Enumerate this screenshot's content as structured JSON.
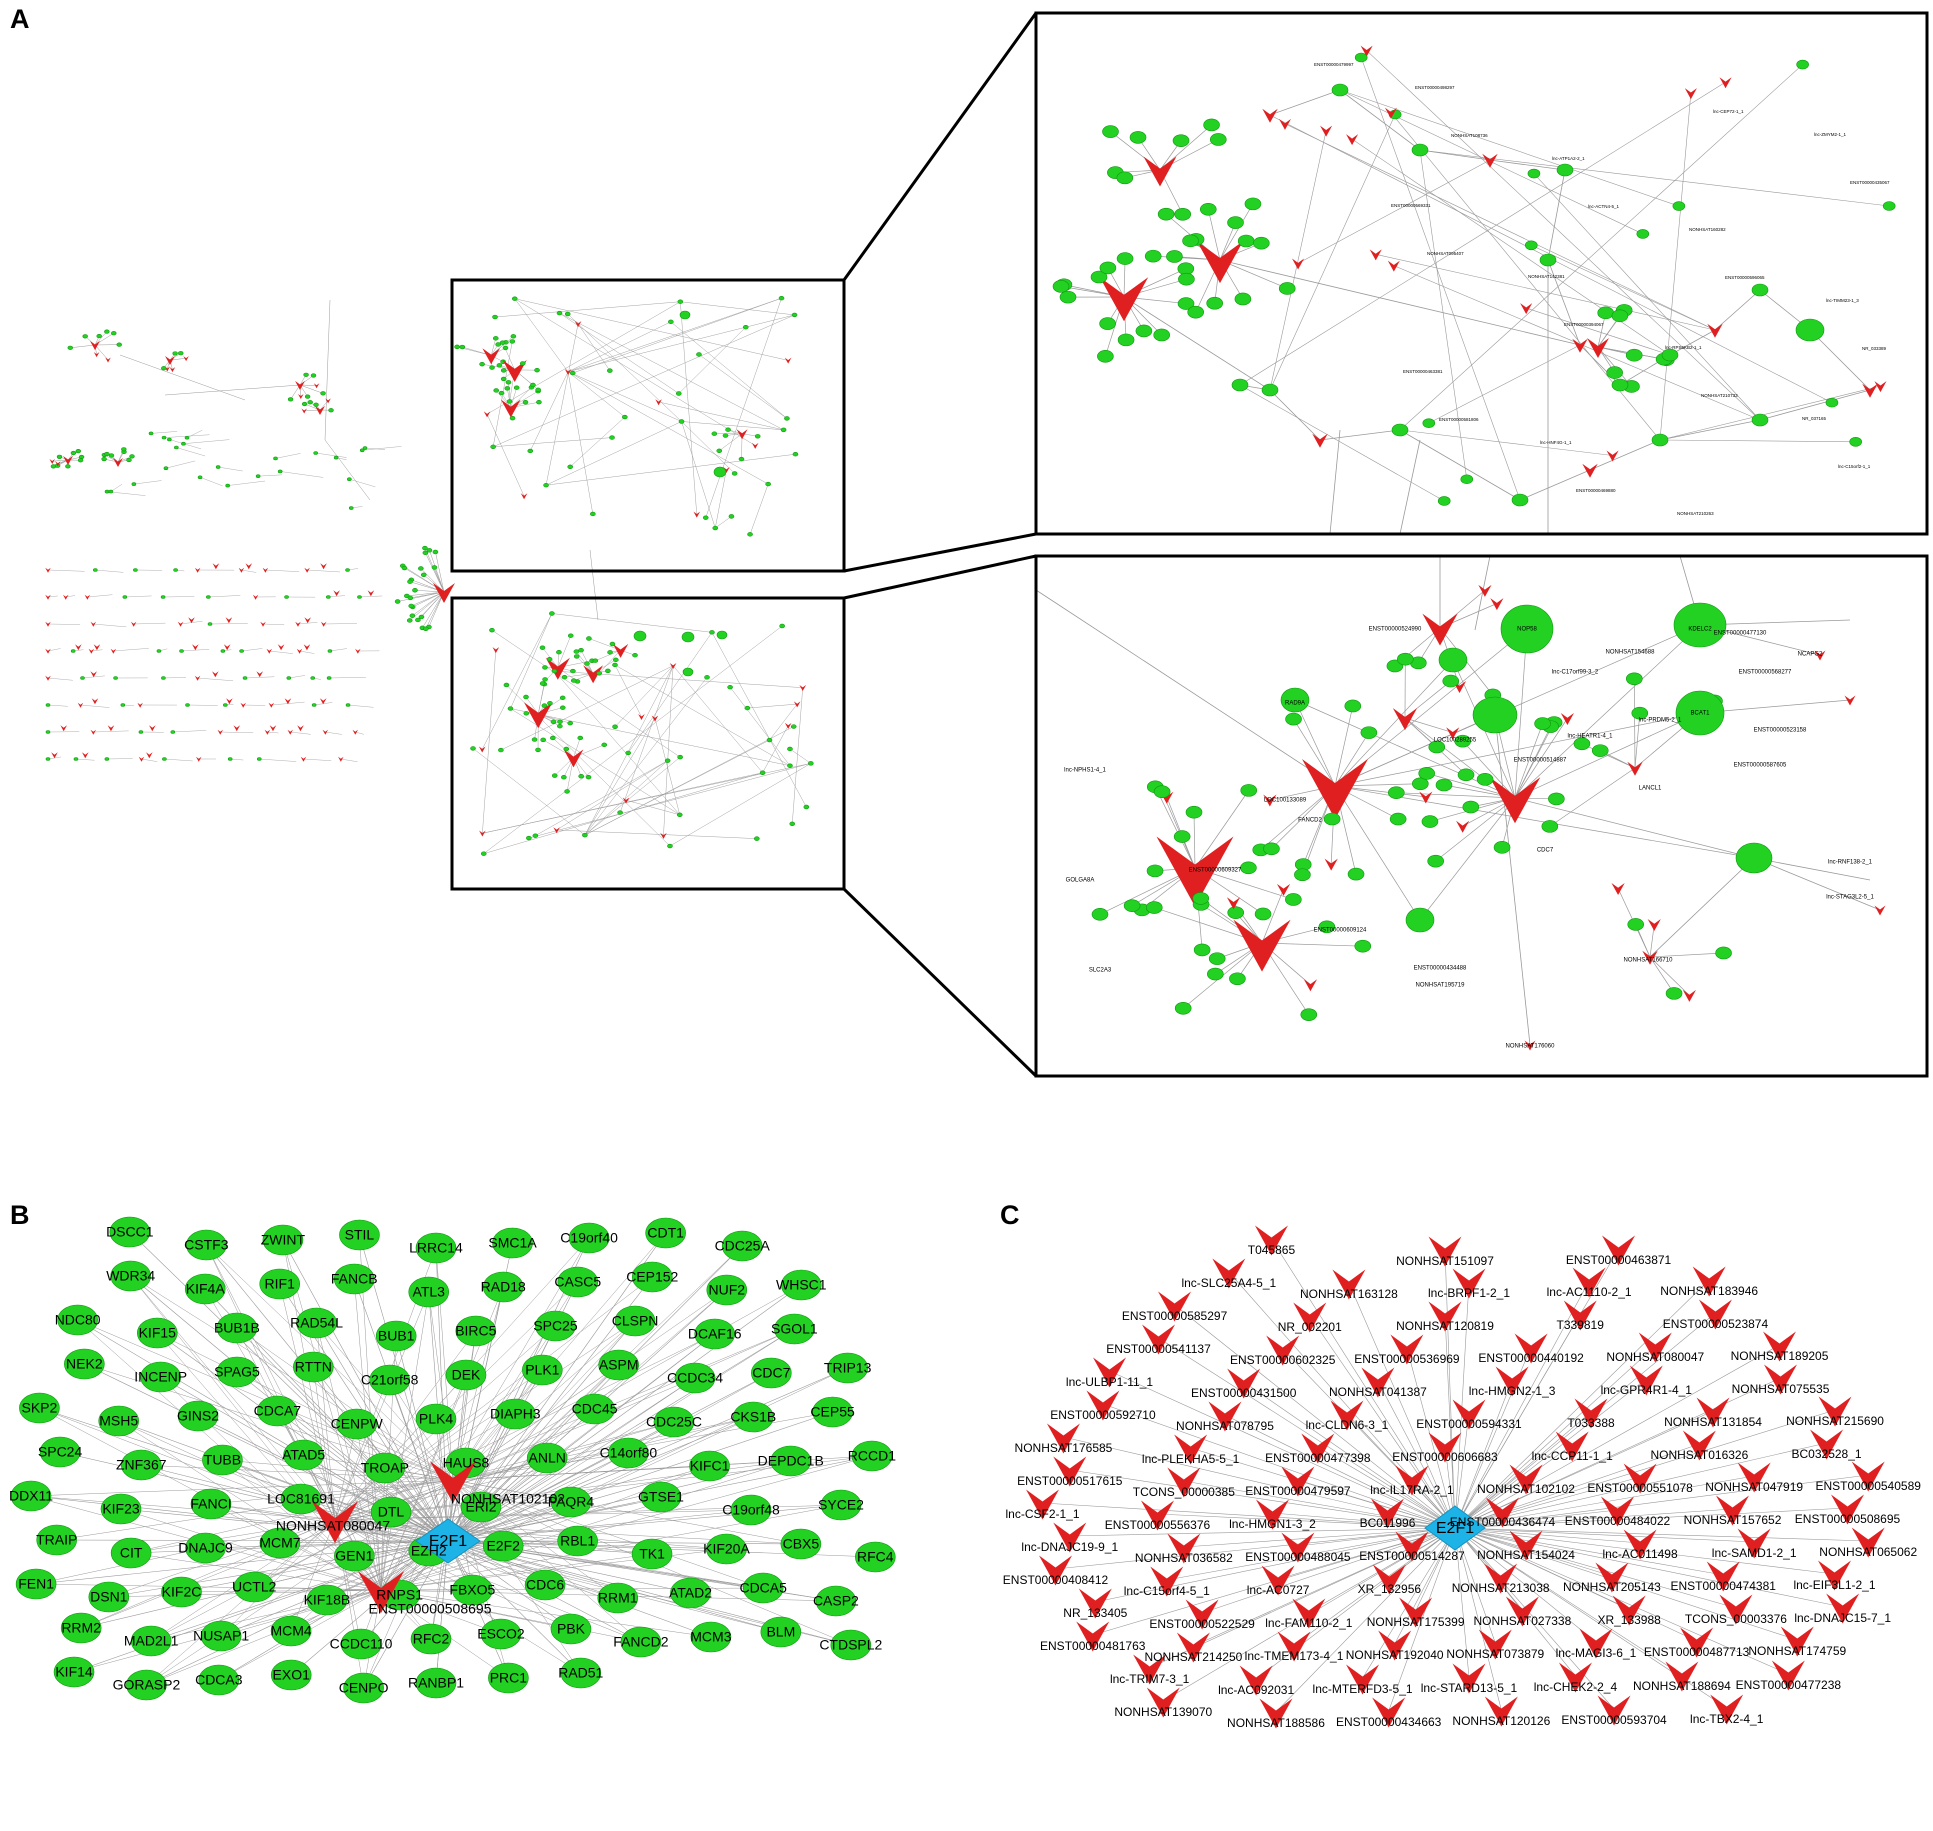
{
  "panels": {
    "a": {
      "letter": "A"
    },
    "b": {
      "letter": "B"
    },
    "c": {
      "letter": "C"
    }
  },
  "colors": {
    "gene_node": "#22d122",
    "gene_stroke": "#0e9a0e",
    "lnc_node": "#e02020",
    "hub_node": "#1eb3e6",
    "edge": "#9a9a9a",
    "frame": "#000000"
  },
  "icons": {
    "gene": "green-ellipse",
    "lncrna": "red-v-arrow",
    "hub": "blue-diamond"
  },
  "zoom_top_labels": [
    "ENST00000479997",
    "NONHSAT108736",
    "lnc-ACTN4-5_1",
    "ENST00000596065",
    "NR_033389",
    "ENST00000581806",
    "ENST00000469880",
    "lnc-CEP72-1_1",
    "ENST00000435067",
    "NONHSAT095407",
    "ENST00000394067",
    "NONHSAT210733",
    "lnc-C15orf2-1_1",
    "ENST00000498297",
    "lnc-ATP1A2-2_1",
    "NONHSAT160282",
    "lnc-TIMM23-1_3",
    "ENST00000463381",
    "lnc-HNF4G-1_1",
    "NONHSAT210263",
    "lnc-ZMYM2-1_1",
    "ENST00000569331",
    "NONHSAT142381",
    "lnc-RPS6KB2-1_1",
    "NR_037165"
  ],
  "zoom_bottom_labels": [
    "ENST00000524990",
    "NOP58",
    "KDELC2",
    "BCAT1",
    "lnc-C17orf99-3_2",
    "lnc-HEATR1-4_1",
    "NONHSAT154688",
    "ENST00000568277",
    "lnc-PRDM5-2_1",
    "RAD9A",
    "LOC100289255",
    "ENST00000477130",
    "NCAPG2",
    "ENST00000523158",
    "ENST00000514887",
    "lnc-NPHS1-4_1",
    "ENST00000587605",
    "NONHSAT166710",
    "lnc-RNF138-2_1",
    "lnc-STAG3L2-5_1",
    "ENST00000434488",
    "NONHSAT176060",
    "ENST00000609124",
    "ENST00000609327",
    "NONHSAT195719",
    "LOC100133089",
    "GOLGA8A",
    "SLC2A3",
    "CDC7",
    "FANCD2",
    "LANCL1"
  ],
  "panel_b": {
    "hub": "E2F1",
    "lnc_labels": [
      "NONHSAT102102",
      "NONHSAT080047",
      "ENST00000508695"
    ],
    "genes": [
      "DSCC1",
      "CSTF3",
      "ZWINT",
      "STIL",
      "LRRC14",
      "SMC1A",
      "C19orf40",
      "CDT1",
      "CDC25A",
      "WDR34",
      "KIF4A",
      "RIF1",
      "FANCB",
      "ATL3",
      "RAD18",
      "CASC5",
      "CEP152",
      "NUF2",
      "WHSC1",
      "NDC80",
      "KIF15",
      "BUB1B",
      "RAD54L",
      "BUB1",
      "BIRC5",
      "SPC25",
      "CLSPN",
      "DCAF16",
      "SGOL1",
      "NEK2",
      "INCENP",
      "SPAG5",
      "RTTN",
      "C21orf58",
      "DEK",
      "PLK1",
      "ASPM",
      "CCDC34",
      "CDC7",
      "TRIP13",
      "SKP2",
      "MSH5",
      "GINS2",
      "CDCA7",
      "CENPW",
      "PLK4",
      "DIAPH3",
      "CDC45",
      "CDC25C",
      "CKS1B",
      "CEP55",
      "SPC24",
      "ZNF367",
      "TUBB",
      "ATAD5",
      "TROAP",
      "HAUS8",
      "ANLN",
      "C14orf80",
      "KIFC1",
      "DEPDC1B",
      "RCCD1",
      "DDX11",
      "KIF23",
      "FANCI",
      "LOC81691",
      "DTL",
      "ERI2",
      "PAQR4",
      "GTSE1",
      "C19orf48",
      "SYCE2",
      "TRAIP",
      "CIT",
      "DNAJC9",
      "MCM7",
      "GEN1",
      "EZH2",
      "E2F2",
      "RBL1",
      "TK1",
      "KIF20A",
      "CBX5",
      "RFC4",
      "FEN1",
      "DSN1",
      "KIF2C",
      "UCTL2",
      "KIF18B",
      "RNPS1",
      "FBXO5",
      "CDC6",
      "RRM1",
      "ATAD2",
      "CDCA5",
      "CASP2",
      "RRM2",
      "MAD2L1",
      "NUSAP1",
      "MCM4",
      "CCDC110",
      "RFC2",
      "ESCO2",
      "PBK",
      "FANCD2",
      "MCM3",
      "BLM",
      "CTDSPL2",
      "KIF14",
      "GORASP2",
      "CDCA3",
      "EXO1",
      "CENPO",
      "RANBP1",
      "PRC1",
      "RAD51"
    ]
  },
  "panel_c": {
    "hub": "E2F1",
    "lncs": [
      "T045865",
      "NONHSAT151097",
      "ENST00000463871",
      "lnc-SLC25A4-5_1",
      "NONHSAT163128",
      "lnc-BRPF1-2_1",
      "lnc-AC1110-2_1",
      "NONHSAT183946",
      "ENST00000585297",
      "NR_002201",
      "NONHSAT120819",
      "T339819",
      "ENST00000523874",
      "ENST00000541137",
      "ENST00000602325",
      "ENST00000536969",
      "ENST00000440192",
      "NONHSAT080047",
      "NONHSAT189205",
      "lnc-ULBP1-11_1",
      "ENST00000431500",
      "NONHSAT041387",
      "lnc-HMGN2-1_3",
      "lnc-GPR4R1-4_1",
      "NONHSAT075535",
      "ENST00000592710",
      "NONHSAT078795",
      "lnc-CLDN6-3_1",
      "ENST00000594331",
      "T033388",
      "NONHSAT131854",
      "NONHSAT215690",
      "NONHSAT176585",
      "lnc-PLEKHA5-5_1",
      "ENST00000477398",
      "ENST00000606683",
      "lnc-CCP11-1_1",
      "NONHSAT016326",
      "BC032528_1",
      "ENST00000517615",
      "TCONS_00000385",
      "ENST00000479597",
      "lnc-IL17RA-2_1",
      "NONHSAT102102",
      "ENST00000551078",
      "NONHSAT047919",
      "ENST00000540589",
      "lnc-CSF2-1_1",
      "ENST00000556376",
      "lnc-HMGN1-3_2",
      "BC011996",
      "ENST00000436474",
      "ENST00000484022",
      "NONHSAT157652",
      "ENST00000508695",
      "lnc-DNAJC19-9_1",
      "NONHSAT036582",
      "ENST00000488045",
      "ENST00000514287",
      "NONHSAT154024",
      "lnc-AC011498",
      "lnc-SAMD1-2_1",
      "NONHSAT065062",
      "ENST00000408412",
      "lnc-C15orf4-5_1",
      "lnc-AC0727",
      "XR_132956",
      "NONHSAT213038",
      "NONHSAT205143",
      "ENST00000474381",
      "lnc-EIF3L1-2_1",
      "NR_133405",
      "ENST00000522529",
      "lnc-FAM110-2_1",
      "NONHSAT175399",
      "NONHSAT027338",
      "XR_133988",
      "TCONS_00003376",
      "lnc-DNAJC15-7_1",
      "ENST00000481763",
      "NONHSAT214250",
      "lnc-TMEM173-4_1",
      "NONHSAT192040",
      "NONHSAT073879",
      "lnc-MAGI3-6_1",
      "ENST00000487713",
      "NONHSAT174759",
      "lnc-TRIM7-3_1",
      "lnc-AC092031",
      "lnc-MTERFD3-5_1",
      "lnc-STARD13-5_1",
      "lnc-CHEK2-2_4",
      "NONHSAT188694",
      "ENST00000477238",
      "NONHSAT139070",
      "NONHSAT188586",
      "ENST00000434663",
      "NONHSAT120126",
      "ENST00000593704",
      "lnc-TBX2-4_1"
    ]
  }
}
